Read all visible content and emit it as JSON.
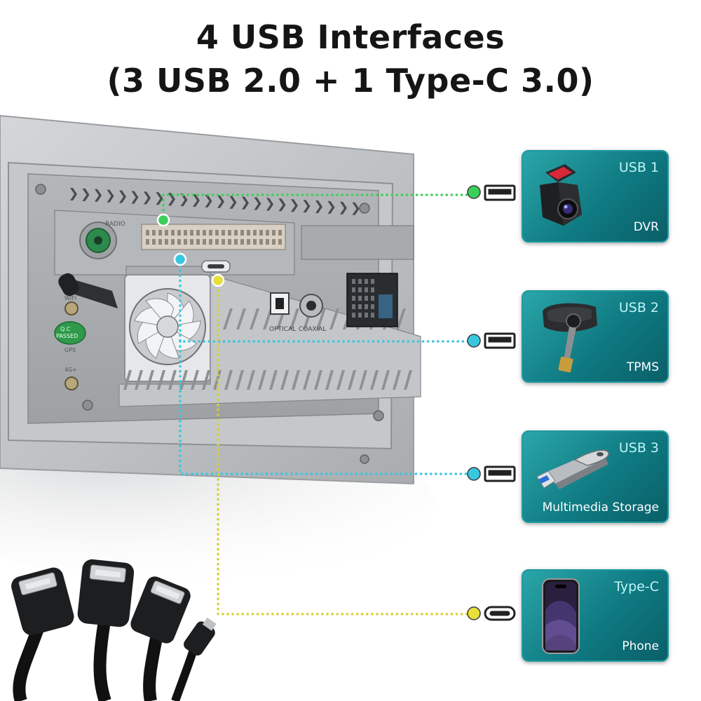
{
  "title": {
    "line1": "4 USB Interfaces",
    "line2": "(3 USB 2.0 + 1 Type-C 3.0)"
  },
  "unit_labels": {
    "radio": "RADIO",
    "optical": "OPTICAL",
    "coaxial": "COAXIAL",
    "wifi": "WIFI",
    "qc": "Q.C",
    "passed": "PASSED",
    "gps": "GPS",
    "lte": "4G+"
  },
  "interfaces": [
    {
      "id": "usb1",
      "port_label": "USB 1",
      "device_label": "DVR",
      "connector": "usb-a",
      "dot_color": "#3ccf5a",
      "icon": "dashcam-icon"
    },
    {
      "id": "usb2",
      "port_label": "USB 2",
      "device_label": "TPMS",
      "connector": "usb-a",
      "dot_color": "#39c7e0",
      "icon": "tpms-sensor-icon"
    },
    {
      "id": "usb3",
      "port_label": "USB 3",
      "device_label": "Multimedia Storage",
      "connector": "usb-a",
      "dot_color": "#39c7e0",
      "icon": "usb-flash-drive-icon"
    },
    {
      "id": "typec",
      "port_label": "Type-C",
      "device_label": "Phone",
      "connector": "usb-c",
      "dot_color": "#e7df3a",
      "icon": "smartphone-icon"
    }
  ],
  "colors": {
    "card": "#0f7a82",
    "green_line": "#3ccf5a",
    "cyan_line": "#39c7e0",
    "yellow_line": "#d9cf2c"
  }
}
